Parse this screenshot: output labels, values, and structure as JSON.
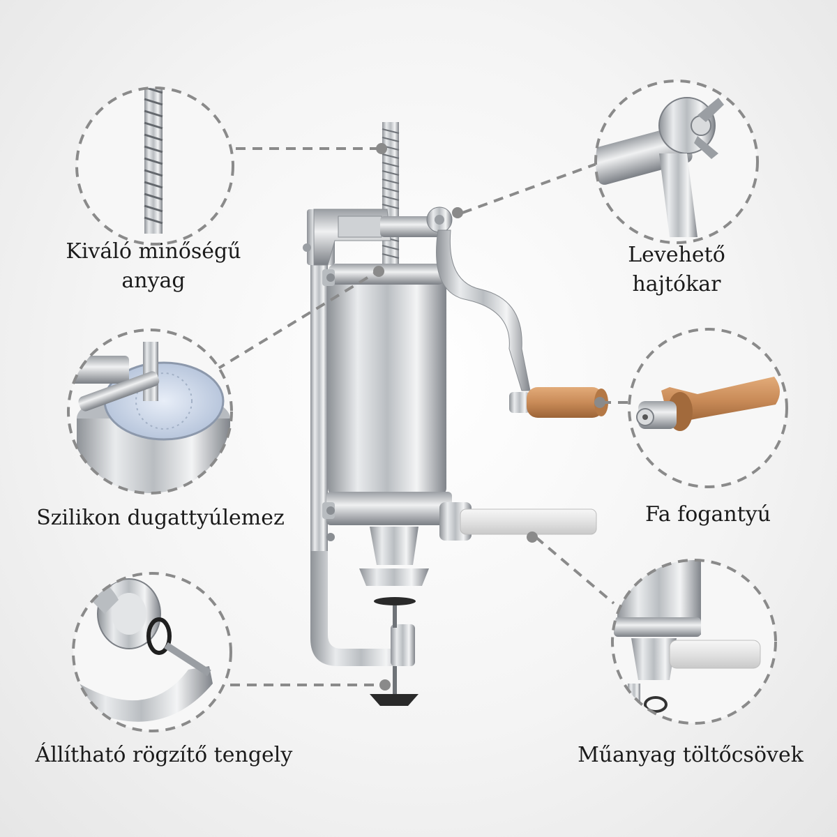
{
  "features": [
    {
      "id": "material",
      "lines": [
        "Kiváló minőségű",
        "anyag"
      ],
      "icon": "threaded-rod-icon"
    },
    {
      "id": "crank",
      "lines": [
        "Levehető",
        "hajtókar"
      ],
      "icon": "crank-joint-icon"
    },
    {
      "id": "piston",
      "lines": [
        "Szilikon dugattyúlemez"
      ],
      "icon": "piston-plate-icon"
    },
    {
      "id": "handle",
      "lines": [
        "Fa fogantyú"
      ],
      "icon": "wooden-handle-icon"
    },
    {
      "id": "clamp",
      "lines": [
        "Állítható rögzítő tengely"
      ],
      "icon": "clamp-screw-icon"
    },
    {
      "id": "tubes",
      "lines": [
        "Műanyag töltőcsövek"
      ],
      "icon": "filling-tube-icon"
    }
  ],
  "colors": {
    "background": "#f2f2f2",
    "steel": "#c4c6c9",
    "steel_dark": "#7d8186",
    "wood": "#c98b58",
    "dash": "#8a8a8a",
    "text": "#1a1a1a"
  }
}
